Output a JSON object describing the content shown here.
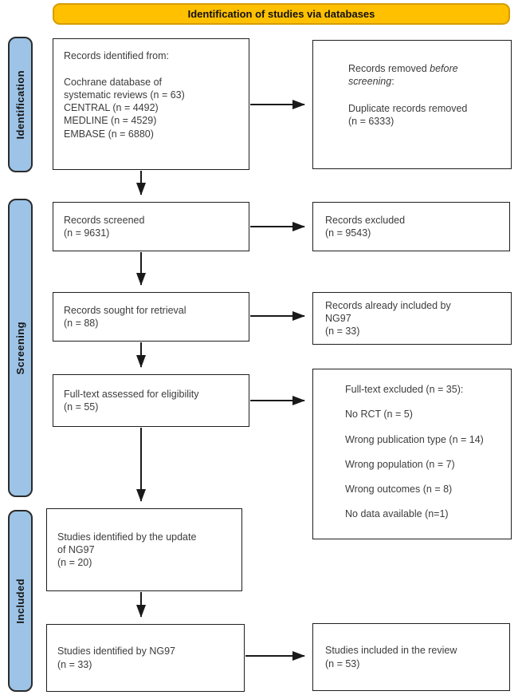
{
  "figure": {
    "title": "Identification of studies via databases"
  },
  "sidebar": {
    "identification": "Identification",
    "screening": "Screening",
    "included": "Included"
  },
  "boxes": {
    "records_identified": "Records identified from:\n\nCochrane database of\nsystematic reviews (n = 63)\nCENTRAL (n = 4492)\nMEDLINE (n = 4529)\nEMBASE (n = 6880)",
    "records_removed": {
      "prefix": "Records removed ",
      "italic": "before screening",
      "suffix": ":",
      "body": "Duplicate records removed\n(n = 6333)"
    },
    "records_screened": "Records screened\n(n = 9631)",
    "records_excluded": "Records excluded\n(n = 9543)",
    "records_sought": "Records sought for retrieval\n(n = 88)",
    "already_included_ng97": "Records already included by\nNG97\n(n = 33)",
    "fulltext_assessed": "Full-text assessed for eligibility\n(n = 55)",
    "fulltext_excluded": {
      "title": "Full-text excluded (n = 35):",
      "reasons": [
        "No RCT (n = 5)",
        "Wrong publication type (n = 14)",
        "Wrong population (n = 7)",
        "Wrong outcomes (n = 8)",
        "No data available (n=1)"
      ]
    },
    "studies_update_ng97": "Studies identified by the update\nof NG97\n(n = 20)",
    "studies_ng97": "Studies identified by NG97\n(n = 33)",
    "studies_included": "Studies included in the review\n(n = 53)"
  },
  "colors": {
    "banner_fill": "#FFC000",
    "banner_border": "#D69C00",
    "stage_fill": "#9DC3E6",
    "stage_border": "#2B2B2B",
    "box_border": "#1F1F1F",
    "arrow": "#1A1A1A",
    "text": "#3C3C3C"
  }
}
